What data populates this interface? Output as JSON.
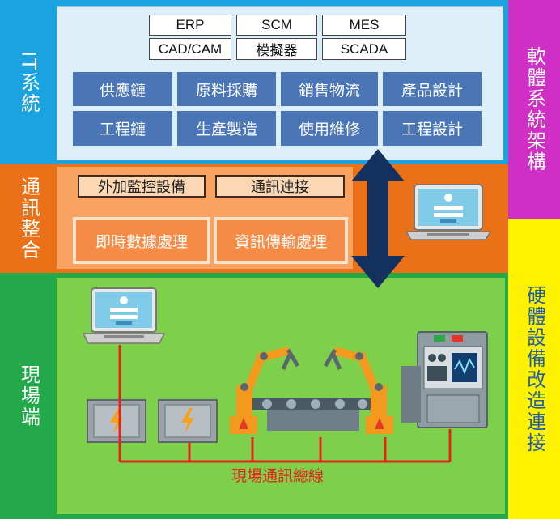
{
  "diagram": {
    "left_labels": {
      "it": "IT系統",
      "comm": "通訊整合",
      "field": "現場端"
    },
    "right_labels": {
      "software": "軟體系統架構",
      "hardware": "硬體設備改造連接"
    },
    "it_systems": [
      "ERP",
      "SCM",
      "MES",
      "CAD/CAM",
      "模擬器",
      "SCADA"
    ],
    "it_functions": [
      "供應鏈",
      "原料採購",
      "銷售物流",
      "產品設計",
      "工程鏈",
      "生產製造",
      "使用維修",
      "工程設計"
    ],
    "comm_tags": [
      "外加監控設備",
      "通訊連接"
    ],
    "comm_process": [
      "即時數據處理",
      "資訊傳輸處理"
    ],
    "bus_label": "現場通訊總線"
  },
  "colors": {
    "it_band": "#1aa3e0",
    "it_panel": "#dceef7",
    "comm_band": "#ea7117",
    "comm_panel": "#f9a363",
    "field_band": "#23a84a",
    "field_panel": "#7ed04a",
    "software": "#cf2fc4",
    "hardware": "#fff200",
    "function_box": "#4a76b7",
    "arrow": "#13305e",
    "bus": "#e8231e"
  }
}
